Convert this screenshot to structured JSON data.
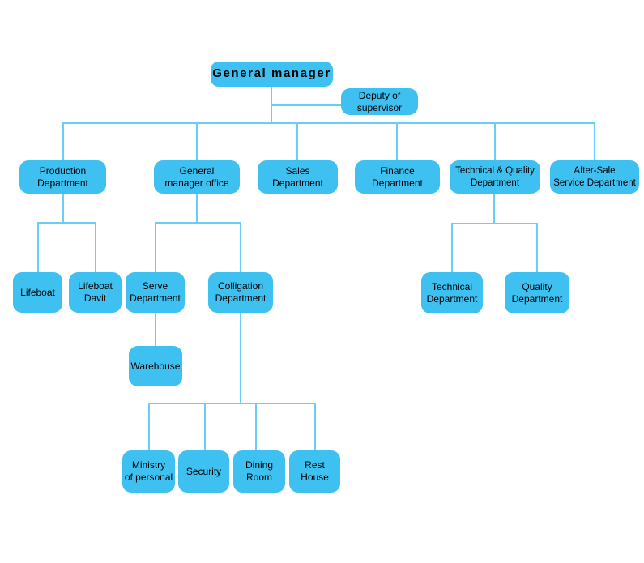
{
  "diagram": {
    "type": "org-chart",
    "colors": {
      "node_fill": "#3EC0F0",
      "connector": "#6CCDF4",
      "text": "#000000",
      "background": "#FFFFFF"
    },
    "nodes": {
      "general_manager": {
        "label": "General manager"
      },
      "deputy_supervisor": {
        "label": "Deputy of\nsupervisor"
      },
      "production_department": {
        "label": "Production\nDepartment"
      },
      "general_manager_office": {
        "label": "General\nmanager office"
      },
      "sales_department": {
        "label": "Sales\nDepartment"
      },
      "finance_department": {
        "label": "Finance\nDepartment"
      },
      "technical_quality_department": {
        "label": "Technical & Quality\nDepartment"
      },
      "after_sale_service_department": {
        "label": "After-Sale\nService Department"
      },
      "lifeboat": {
        "label": "Lifeboat"
      },
      "lifeboat_davit": {
        "label": "Lifeboat\nDavit"
      },
      "serve_department": {
        "label": "Serve\nDepartment"
      },
      "colligation_department": {
        "label": "Colligation\nDepartment"
      },
      "technical_department": {
        "label": "Technical\nDepartment"
      },
      "quality_department": {
        "label": "Quality\nDepartment"
      },
      "warehouse": {
        "label": "Warehouse"
      },
      "ministry_of_personal": {
        "label": "Ministry\nof personal"
      },
      "security": {
        "label": "Security"
      },
      "dining_room": {
        "label": "Dining\nRoom"
      },
      "rest_house": {
        "label": "Rest\nHouse"
      }
    },
    "hierarchy": {
      "root": "general_manager",
      "staff_assistant": "deputy_supervisor",
      "children": {
        "general_manager": [
          "production_department",
          "general_manager_office",
          "sales_department",
          "finance_department",
          "technical_quality_department",
          "after_sale_service_department"
        ],
        "production_department": [
          "lifeboat",
          "lifeboat_davit"
        ],
        "general_manager_office": [
          "serve_department",
          "colligation_department"
        ],
        "serve_department": [
          "warehouse"
        ],
        "colligation_department": [
          "ministry_of_personal",
          "security",
          "dining_room",
          "rest_house"
        ],
        "technical_quality_department": [
          "technical_department",
          "quality_department"
        ]
      }
    }
  }
}
